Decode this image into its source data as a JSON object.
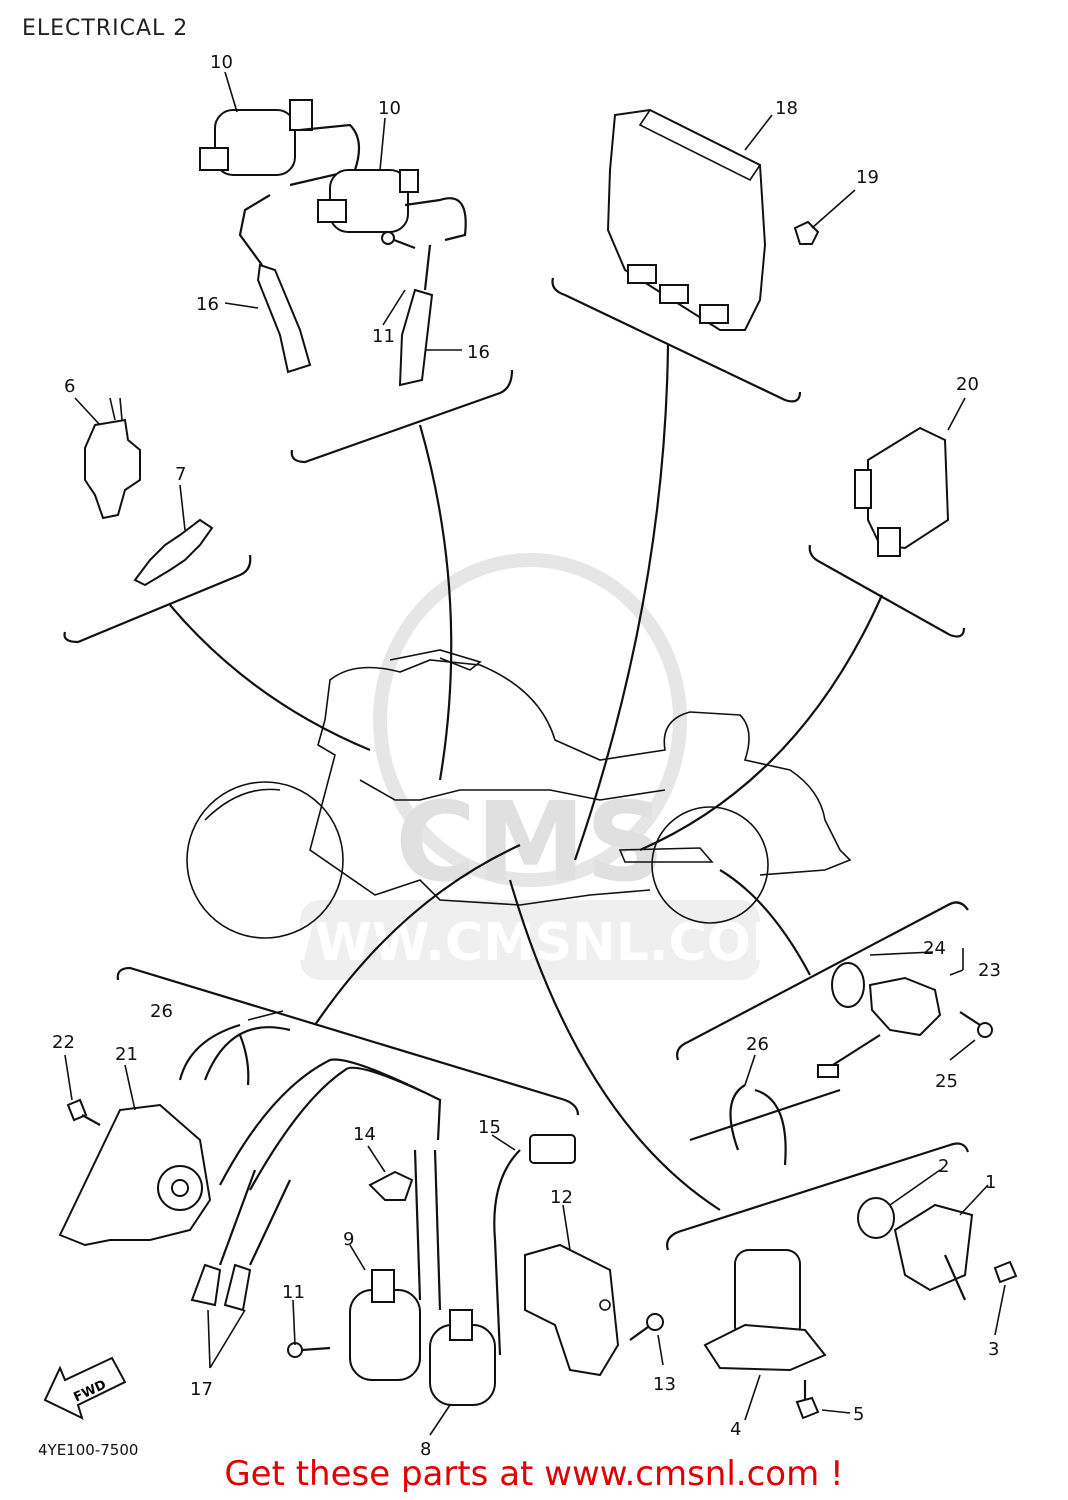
{
  "title": "ELECTRICAL 2",
  "watermark": {
    "brand": "CMS",
    "url": "WWW.CMSNL.COM"
  },
  "diagram_code": "4YE100-7500",
  "direction_arrow": "FWD",
  "footer_link": "Get these parts at www.cmsnl.com !",
  "colors": {
    "link": "#e00000",
    "line": "#111111",
    "watermark": "#e0e0e0"
  },
  "callouts": [
    "10",
    "10",
    "18",
    "19",
    "16",
    "11",
    "16",
    "6",
    "20",
    "7",
    "24",
    "23",
    "26",
    "22",
    "21",
    "25",
    "14",
    "15",
    "26",
    "2",
    "1",
    "12",
    "9",
    "11",
    "13",
    "3",
    "17",
    "5",
    "4",
    "8"
  ]
}
